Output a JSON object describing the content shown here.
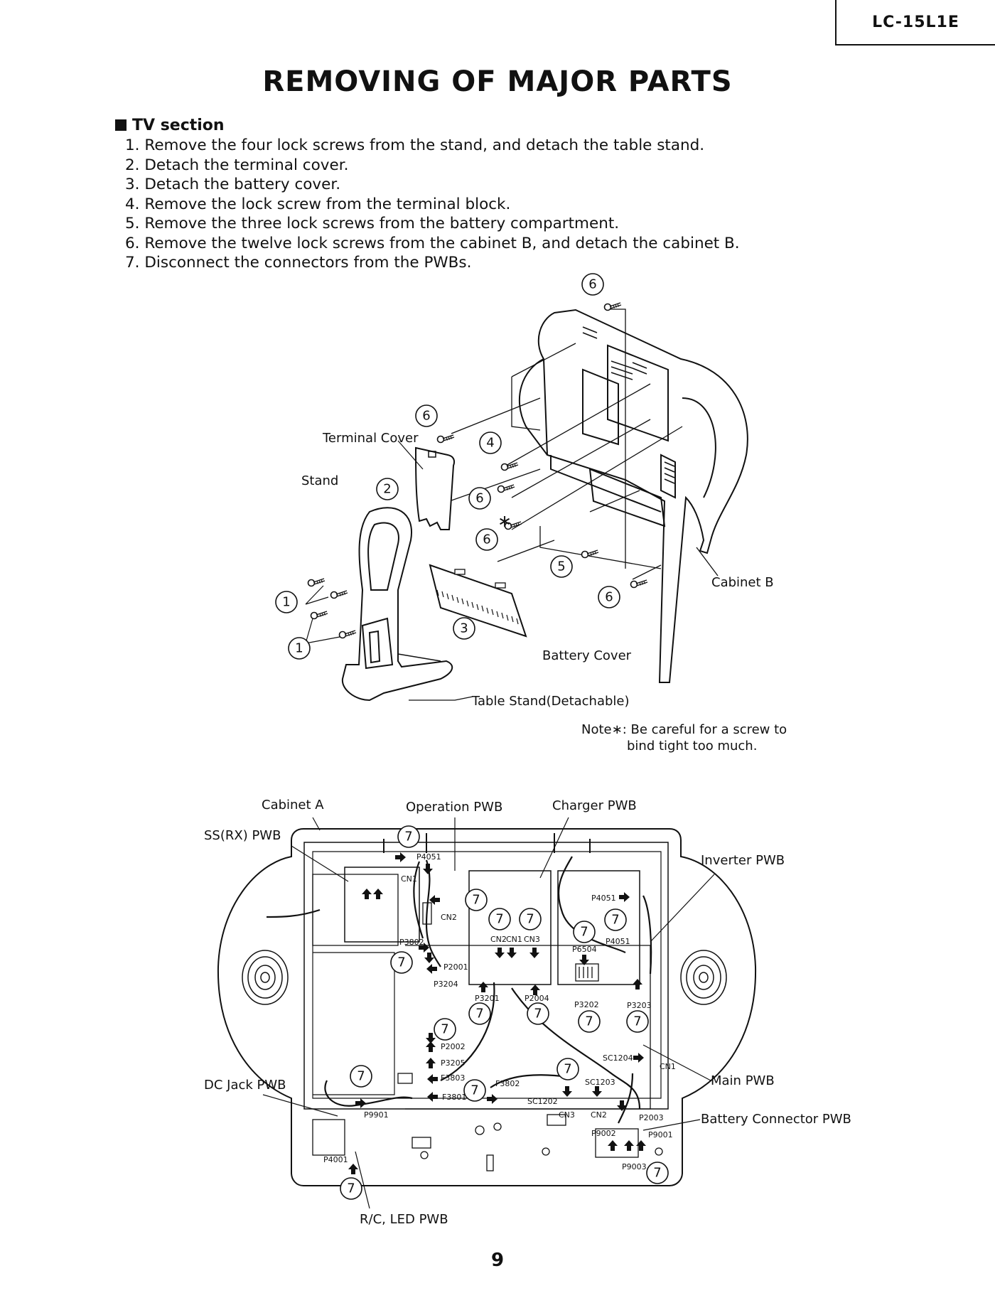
{
  "header": {
    "model": "LC-15L1E",
    "title": "REMOVING OF MAJOR PARTS"
  },
  "section": {
    "heading": "TV section",
    "steps": [
      "1. Remove the four lock screws from the stand, and detach the table stand.",
      "2. Detach the terminal cover.",
      "3. Detach the battery cover.",
      "4. Remove the lock screw from the terminal block.",
      "5. Remove the three lock screws from the battery compartment.",
      "6. Remove the twelve lock screws from the cabinet B, and detach the cabinet B.",
      "7. Disconnect the connectors from the PWBs."
    ]
  },
  "diagram1": {
    "labels": {
      "terminal_cover": "Terminal Cover",
      "stand": "Stand",
      "cabinet_b": "Cabinet B",
      "battery_cover": "Battery Cover",
      "table_stand": "Table Stand(Detachable)"
    },
    "asterisk": "∗",
    "note_line1": "Note∗: Be careful for a screw to",
    "note_line2": "bind tight too much.",
    "callouts": [
      "6",
      "6",
      "4",
      "2",
      "6",
      "6",
      "5",
      "6",
      "1",
      "1",
      "3"
    ]
  },
  "diagram2": {
    "labels": {
      "cabinet_a": "Cabinet A",
      "operation_pwb": "Operation PWB",
      "charger_pwb": "Charger PWB",
      "ss_rx_pwb": "SS(RX) PWB",
      "inverter_pwb": "Inverter PWB",
      "dc_jack_pwb": "DC Jack PWB",
      "main_pwb": "Main PWB",
      "battery_connector_pwb": "Battery Connector PWB",
      "rc_led_pwb": "R/C, LED PWB"
    },
    "connectors": [
      "P4051",
      "CN1",
      "CN2",
      "P3802",
      "P2001",
      "P3204",
      "CN2",
      "CN1",
      "CN3",
      "P3201",
      "P2004",
      "P6504",
      "P4051",
      "P4051",
      "P3202",
      "P3203",
      "P2002",
      "P3205",
      "F3803",
      "F3801",
      "F3802",
      "SC1202",
      "SC1203",
      "SC1204",
      "CN1",
      "CN3",
      "CN2",
      "P2003",
      "P9002",
      "P9001",
      "P9003",
      "P9901",
      "P4001"
    ],
    "callout": "7"
  },
  "footer": {
    "page": "9"
  }
}
